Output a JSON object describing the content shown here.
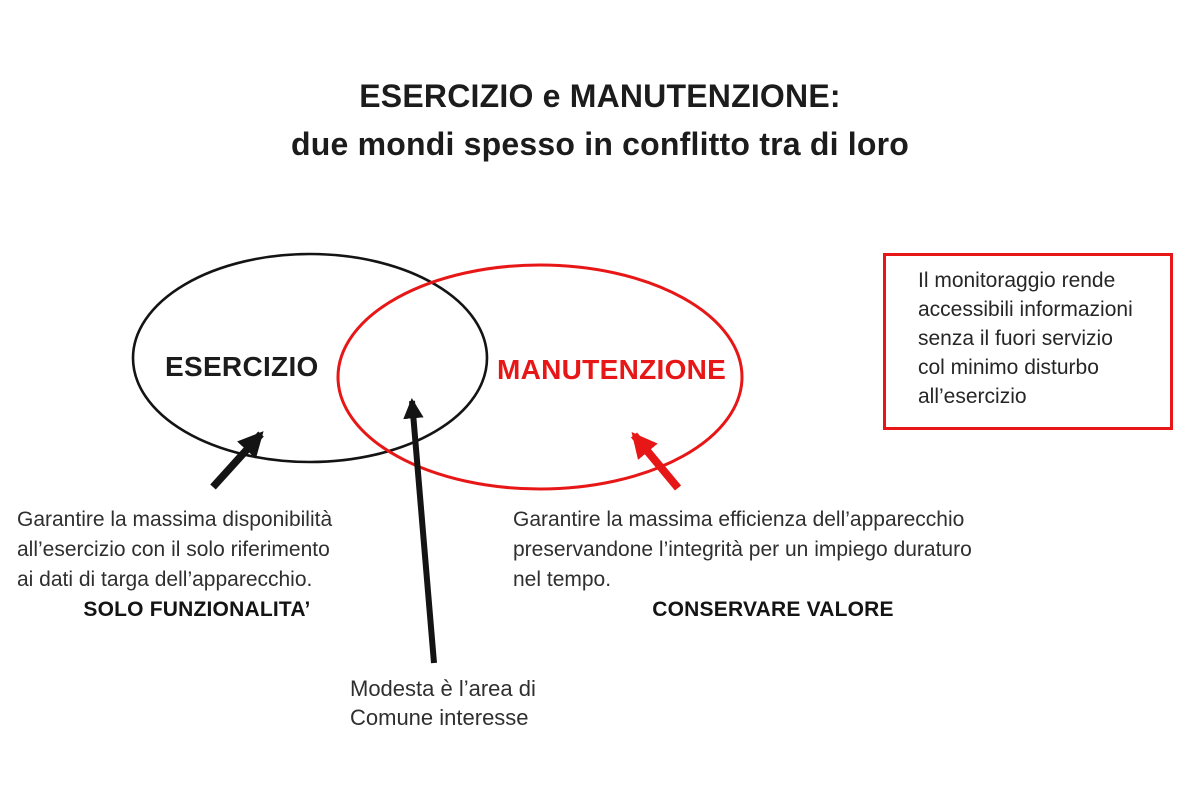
{
  "title": {
    "line1": "ESERCIZIO e MANUTENZIONE:",
    "line2": "due mondi spesso in conflitto tra di loro"
  },
  "venn": {
    "left_label": "ESERCIZIO",
    "right_label": "MANUTENZIONE"
  },
  "left_note": {
    "lines": [
      "Garantire la massima disponibilità",
      "all’esercizio con il solo riferimento",
      "ai dati di targa dell’apparecchio."
    ],
    "emphasis": "SOLO FUNZIONALITA’"
  },
  "right_note": {
    "lines": [
      "Garantire la massima efficienza dell’apparecchio",
      "preservandone l’integrità per un impiego duraturo",
      "nel tempo."
    ],
    "emphasis": "CONSERVARE VALORE"
  },
  "bottom_note": {
    "lines": [
      "Modesta è l’area di",
      "Comune interesse"
    ]
  },
  "callout_box": {
    "lines": [
      "Il monitoraggio rende",
      "accessibili informazioni",
      "senza il fuori servizio",
      "col minimo disturbo",
      "all’esercizio"
    ]
  },
  "colors": {
    "accent_red": "#e81717",
    "ink_black": "#1c1c1c"
  }
}
